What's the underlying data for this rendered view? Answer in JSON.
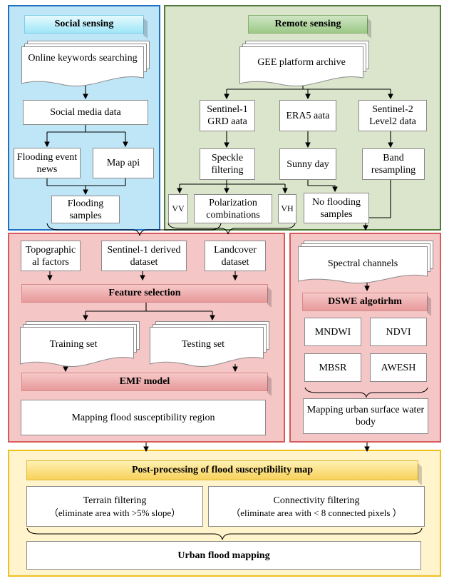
{
  "social": {
    "header": "Social sensing",
    "online_keywords": "Online keywords searching",
    "social_media_data": "Social media data",
    "flooding_event_news": "Flooding event news",
    "map_api": "Map api",
    "flooding_samples": "Flooding samples"
  },
  "remote": {
    "header": "Remote sensing",
    "gee_archive": "GEE platform archive",
    "sentinel1_grd": "Sentinel-1 GRD aata",
    "era5": "ERA5 aata",
    "sentinel2": "Sentinel-2 Level2 data",
    "speckle_filtering": "Speckle filtering",
    "sunny_day": "Sunny day",
    "band_resampling": "Band resampling",
    "vv": "VV",
    "polarization_combinations": "Polarization combinations",
    "vh": "VH",
    "no_flooding_samples": "No flooding samples"
  },
  "susceptibility": {
    "topographic_factors": "Topographic al factors",
    "sentinel1_derived": "Sentinel-1 derived dataset",
    "landcover": "Landcover dataset",
    "feature_selection": "Feature selection",
    "training_set": "Training set",
    "testing_set": "Testing set",
    "emf_model": "EMF model",
    "mapping_region": "Mapping flood susceptibility region"
  },
  "surface_water": {
    "spectral_channels": "Spectral channels",
    "dswe_algorithm": "DSWE algotirhm",
    "mndwi": "MNDWI",
    "ndvi": "NDVI",
    "mbsr": "MBSR",
    "awesh": "AWESH",
    "mapping_water_body": "Mapping urban surface water body"
  },
  "post": {
    "header": "Post-processing of flood susceptibility map",
    "terrain_filtering": "Terrain filtering",
    "terrain_note": "（eliminate area with >5% slope）",
    "connectivity_filtering": "Connectivity filtering",
    "connectivity_note": "（eliminate area with < 8 connected pixels ）",
    "urban_flood_mapping": "Urban flood mapping"
  },
  "colors": {
    "social_bg": "#bfe6f7",
    "social_border": "#1f6fc0",
    "remote_bg": "#dbe5cc",
    "remote_border": "#4f7a3a",
    "model_bg": "#f5c6c6",
    "model_border": "#d55a5a",
    "post_bg": "#fff4cc",
    "post_border": "#f0c020"
  }
}
